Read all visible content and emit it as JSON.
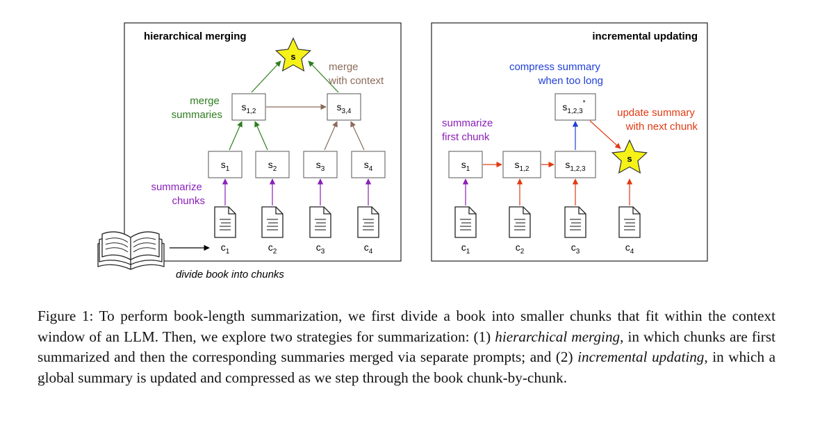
{
  "panels": {
    "left_title": "hierarchical merging",
    "right_title": "incremental updating"
  },
  "left": {
    "star": "s",
    "merge_summaries": [
      "merge",
      "summaries"
    ],
    "merge_with_context": [
      "merge",
      "with context"
    ],
    "summarize_chunks": [
      "summarize",
      "chunks"
    ],
    "s12": {
      "base": "s",
      "sub": "1,2"
    },
    "s34": {
      "base": "s",
      "sub": "3,4"
    },
    "leaves": [
      {
        "base": "s",
        "sub": "1"
      },
      {
        "base": "s",
        "sub": "2"
      },
      {
        "base": "s",
        "sub": "3"
      },
      {
        "base": "s",
        "sub": "4"
      }
    ],
    "chunks": [
      {
        "base": "c",
        "sub": "1"
      },
      {
        "base": "c",
        "sub": "2"
      },
      {
        "base": "c",
        "sub": "3"
      },
      {
        "base": "c",
        "sub": "4"
      }
    ]
  },
  "right": {
    "star": "s",
    "summarize_first_chunk": [
      "summarize",
      "first chunk"
    ],
    "compress_summary": [
      "compress summary",
      "when too long"
    ],
    "update_summary": [
      "update summary",
      "with next chunk"
    ],
    "summaries": [
      {
        "base": "s",
        "sub": "1"
      },
      {
        "base": "s",
        "sub": "1,2"
      },
      {
        "base": "s",
        "sub": "1,2,3"
      }
    ],
    "compressed": {
      "base": "s",
      "sub": "1,2,3",
      "sup": "*"
    },
    "chunks": [
      {
        "base": "c",
        "sub": "1"
      },
      {
        "base": "c",
        "sub": "2"
      },
      {
        "base": "c",
        "sub": "3"
      },
      {
        "base": "c",
        "sub": "4"
      }
    ]
  },
  "divide_label": "divide book into chunks",
  "caption": {
    "p1": "Figure 1: To perform book-length summarization, we first divide a book into smaller chunks that fit within the context window of an LLM. Then, we explore two strategies for summarization: (1) ",
    "em1": "hierarchical merging",
    "p2": ", in which chunks are first summarized and then the corresponding summaries merged via separate prompts; and (2) ",
    "em2": "incremental updating",
    "p3": ", in which a global summary is updated and compressed as we step through the book chunk-by-chunk."
  },
  "colors": {
    "green": "#2e7d1f",
    "brown": "#8b6a5a",
    "purple": "#8a1fb8",
    "blue": "#1f3fd6",
    "red": "#e03a12",
    "star_fill": "#f6f218"
  }
}
